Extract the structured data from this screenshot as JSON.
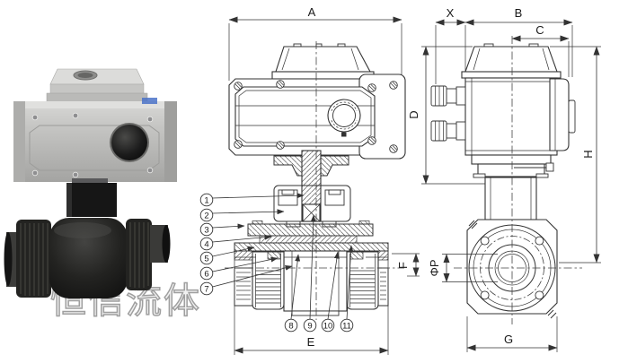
{
  "watermark": "恒信流体",
  "front_view": {
    "dim_width_label": "A",
    "dim_length_label": "E",
    "dim_port_label": "F",
    "part_callouts_left": [
      "1",
      "2",
      "3",
      "4",
      "5",
      "6",
      "7"
    ],
    "part_callouts_bottom": [
      "8",
      "9",
      "10",
      "11"
    ]
  },
  "side_view": {
    "dim_x_label": "X",
    "dim_b_label": "B",
    "dim_c_label": "C",
    "dim_d_label": "D",
    "dim_h_label": "H",
    "dim_g_label": "G",
    "dim_bore_label": "ΦP"
  },
  "colors": {
    "line": "#333333",
    "actuator_gray": "#c8c8c6",
    "valve_black": "#1c1c1c",
    "watermark_gray": "#b0b0b0"
  }
}
